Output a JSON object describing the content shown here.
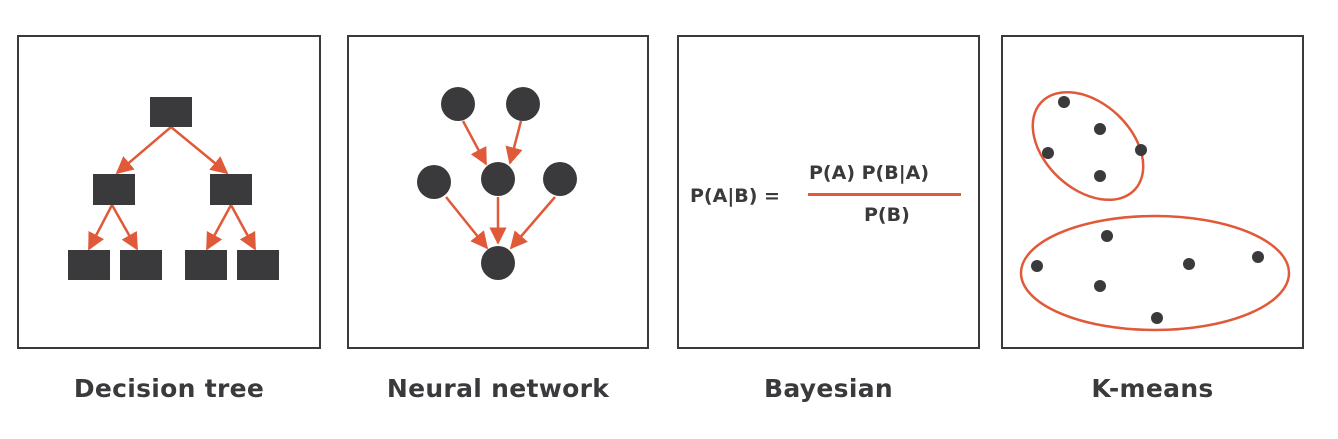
{
  "colors": {
    "node": "#3a3a3c",
    "edge": "#e05a3a",
    "border": "#3a3a3c",
    "text": "#3a3a3c"
  },
  "panels": [
    {
      "caption": "Decision tree"
    },
    {
      "caption": "Neural network"
    },
    {
      "caption": "Bayesian"
    },
    {
      "caption": "K-means"
    }
  ],
  "bayes": {
    "lhs": "P(A|B) =",
    "numerator": "P(A) P(B|A)",
    "denominator": "P(B)"
  }
}
